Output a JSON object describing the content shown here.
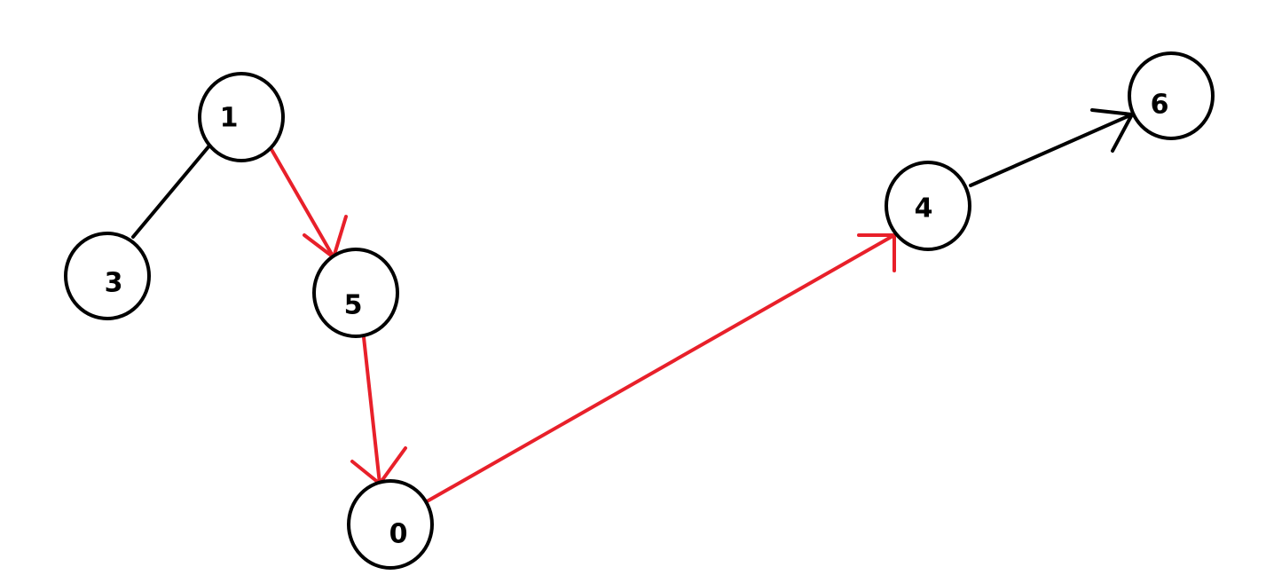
{
  "colors": {
    "background": "#ffffff",
    "node_stroke": "#000000",
    "label": "#000000",
    "edge_black": "#000000",
    "edge_red": "#e8202a"
  },
  "nodes": [
    {
      "id": "n1",
      "label": "1"
    },
    {
      "id": "n3",
      "label": "3"
    },
    {
      "id": "n5",
      "label": "5"
    },
    {
      "id": "n0",
      "label": "0"
    },
    {
      "id": "n4",
      "label": "4"
    },
    {
      "id": "n6",
      "label": "6"
    }
  ],
  "edges": [
    {
      "from": "n1",
      "to": "n3",
      "directed": false,
      "color": "black"
    },
    {
      "from": "n1",
      "to": "n5",
      "directed": true,
      "color": "red"
    },
    {
      "from": "n5",
      "to": "n0",
      "directed": true,
      "color": "red"
    },
    {
      "from": "n0",
      "to": "n4",
      "directed": true,
      "color": "red"
    },
    {
      "from": "n4",
      "to": "n6",
      "directed": true,
      "color": "black"
    }
  ]
}
